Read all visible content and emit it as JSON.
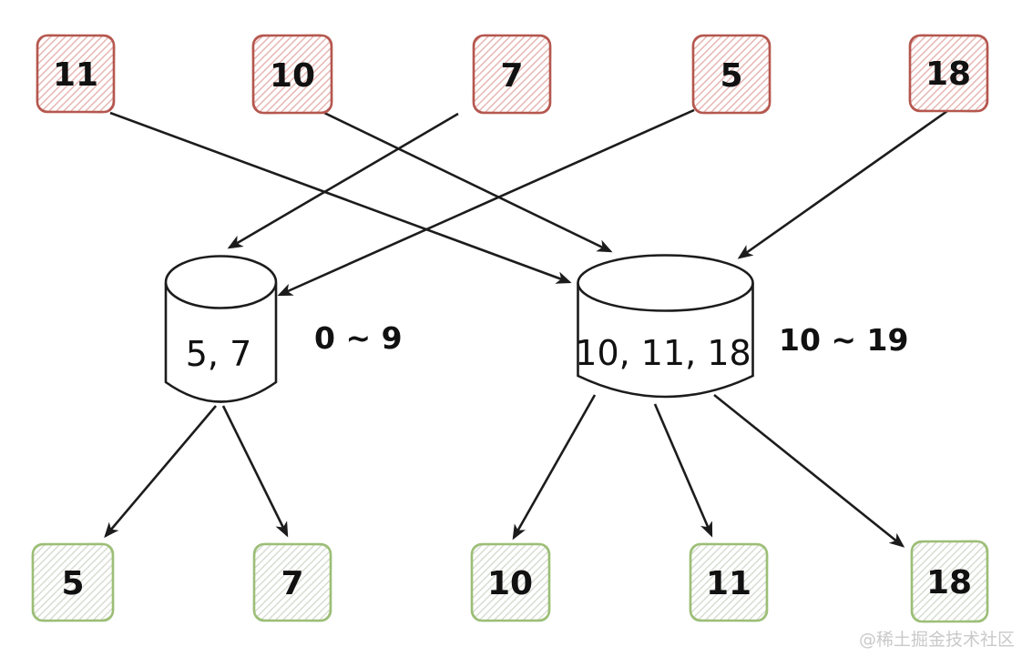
{
  "diagram": {
    "type": "bucket-sort-flow",
    "input_row": {
      "boxes": [
        {
          "value": "11"
        },
        {
          "value": "10"
        },
        {
          "value": "7"
        },
        {
          "value": "5"
        },
        {
          "value": "18"
        }
      ]
    },
    "buckets": [
      {
        "contents": "5, 7",
        "range": "0 ~ 9"
      },
      {
        "contents": "10, 11, 18",
        "range": "10 ~ 19"
      }
    ],
    "output_row": {
      "boxes": [
        {
          "value": "5"
        },
        {
          "value": "7"
        },
        {
          "value": "10"
        },
        {
          "value": "11"
        },
        {
          "value": "18"
        }
      ]
    },
    "edges": [
      {
        "from": "input-11",
        "to": "bucket-10-19"
      },
      {
        "from": "input-10",
        "to": "bucket-10-19"
      },
      {
        "from": "input-7",
        "to": "bucket-0-9"
      },
      {
        "from": "input-5",
        "to": "bucket-0-9"
      },
      {
        "from": "input-18",
        "to": "bucket-10-19"
      },
      {
        "from": "bucket-0-9",
        "to": "output-5"
      },
      {
        "from": "bucket-0-9",
        "to": "output-7"
      },
      {
        "from": "bucket-10-19",
        "to": "output-10"
      },
      {
        "from": "bucket-10-19",
        "to": "output-11"
      },
      {
        "from": "bucket-10-19",
        "to": "output-18"
      }
    ]
  },
  "watermark": {
    "text": "@稀土掘金技术社区"
  },
  "colors": {
    "background": "#ffffff",
    "ink": "#1c1c1c",
    "label_text": "#111111",
    "box_red_stroke": "#b5574f",
    "box_red_hatch": "#e5b3ae",
    "box_green_stroke": "#9cbe77",
    "box_green_hatch": "#d6dbd0",
    "watermark_gray": "#c9c9c9"
  }
}
